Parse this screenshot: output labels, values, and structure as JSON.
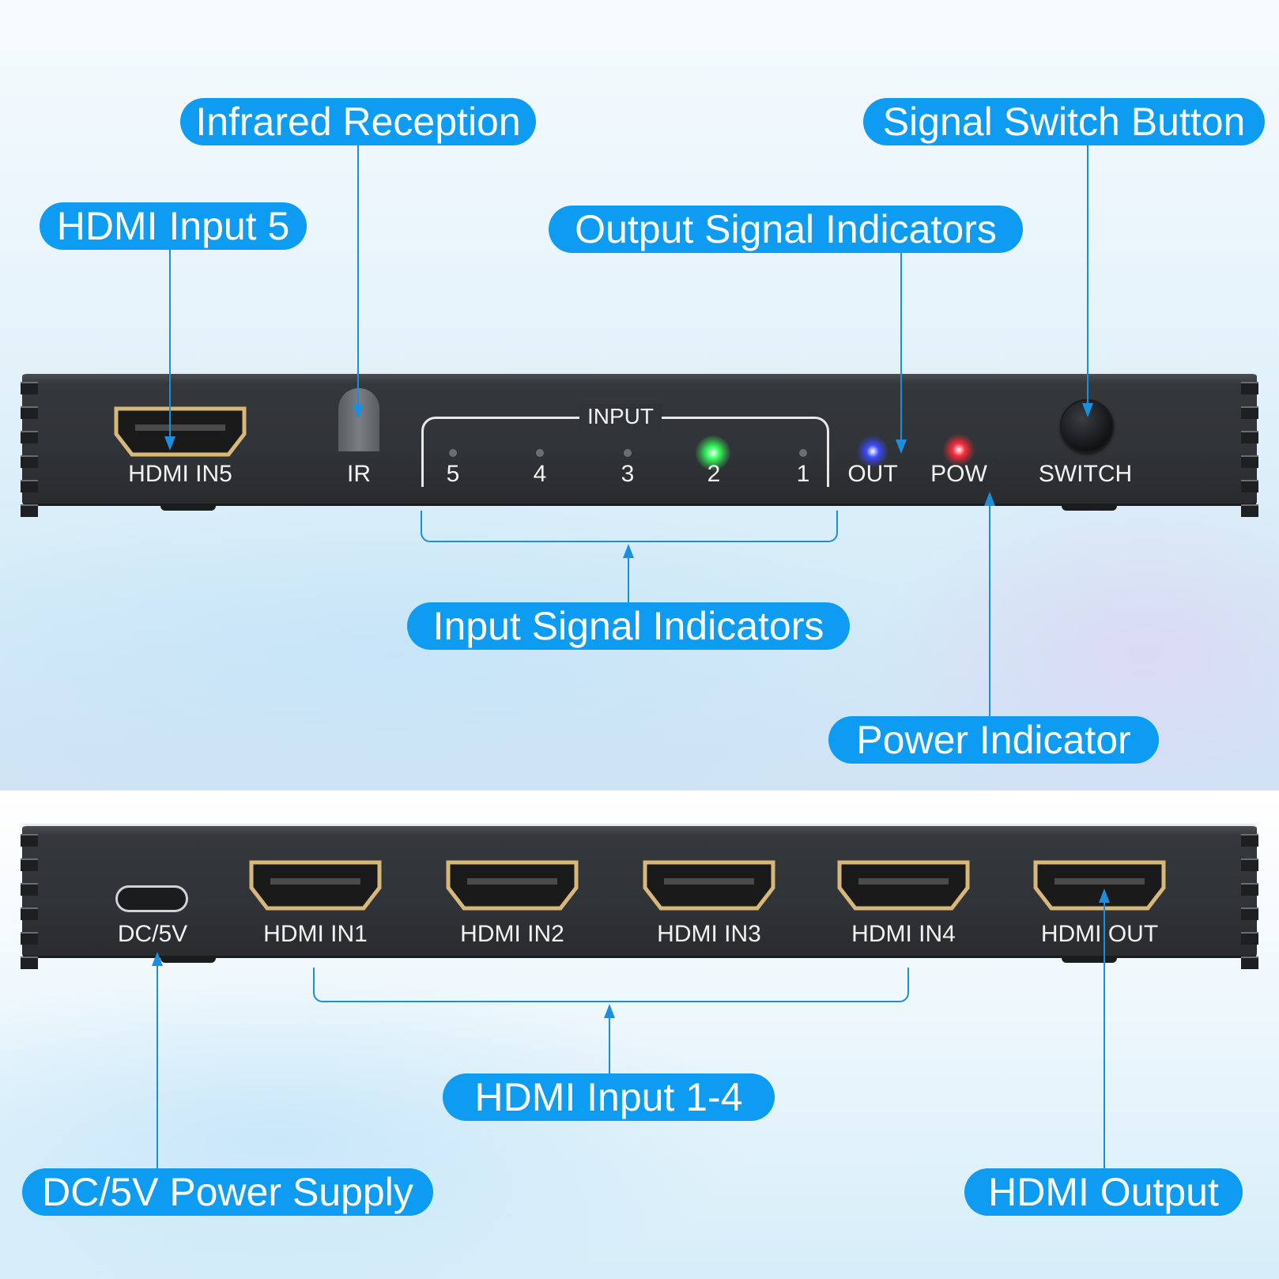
{
  "callouts": {
    "infrared": "Infrared Reception",
    "switch_button": "Signal Switch Button",
    "hdmi_input_5": "HDMI Input 5",
    "output_indicators": "Output Signal Indicators",
    "input_indicators": "Input Signal Indicators",
    "power_indicator": "Power Indicator",
    "hdmi_input_1_4": "HDMI Input 1-4",
    "dc_power": "DC/5V Power Supply",
    "hdmi_output": "HDMI Output"
  },
  "front_panel": {
    "hdmi_in5": "HDMI IN5",
    "ir": "IR",
    "input_title": "INPUT",
    "inputs": [
      "5",
      "4",
      "3",
      "2",
      "1"
    ],
    "active_input": "2",
    "out": "OUT",
    "pow": "POW",
    "switch": "SWITCH"
  },
  "rear_panel": {
    "dc": "DC/5V",
    "ports": [
      "HDMI IN1",
      "HDMI IN2",
      "HDMI IN3",
      "HDMI IN4",
      "HDMI OUT"
    ]
  },
  "colors": {
    "callout_blue": "#0d9cf2",
    "line_blue": "#1a8fe0",
    "led_green": "#35ff5c",
    "led_blue": "#3a4bff",
    "led_red": "#ff2a3a",
    "hdmi_gold": "#d8b878"
  }
}
